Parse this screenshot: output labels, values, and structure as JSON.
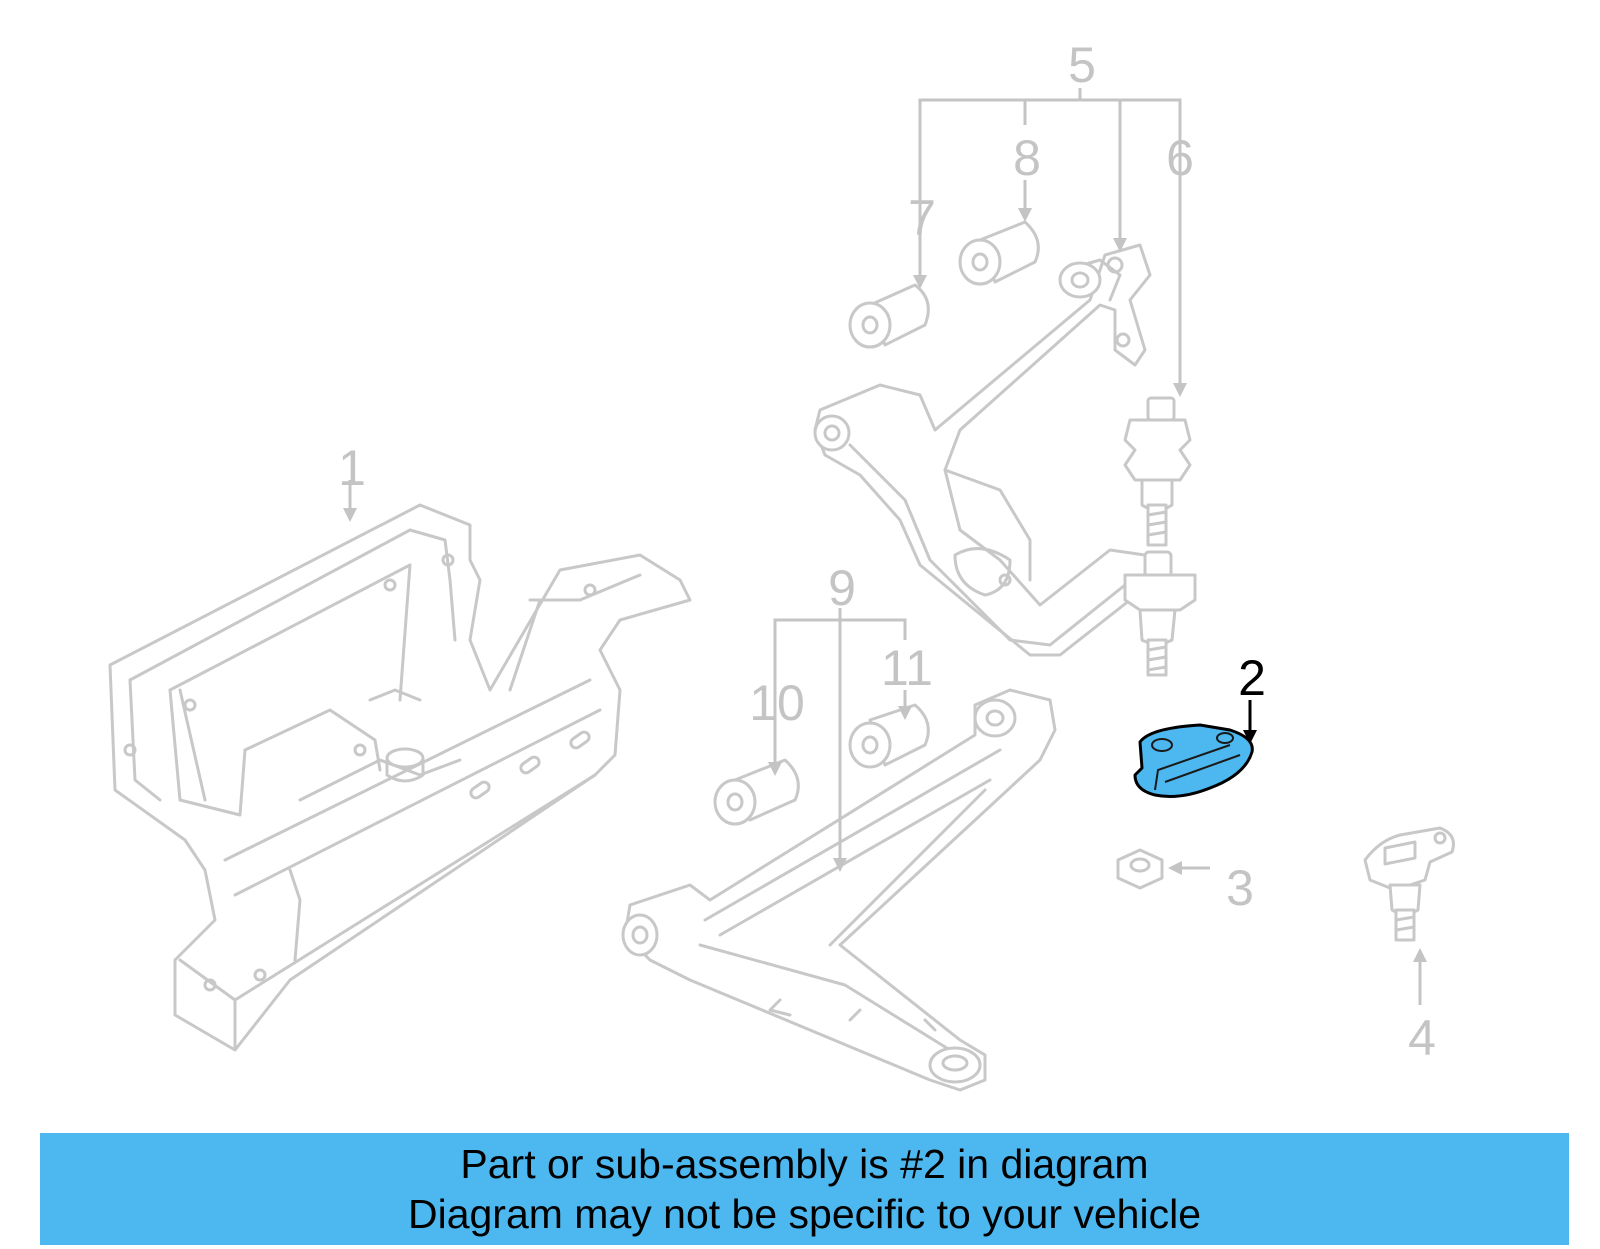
{
  "diagram": {
    "callouts": [
      "1",
      "2",
      "3",
      "4",
      "5",
      "6",
      "7",
      "8",
      "9",
      "10",
      "11"
    ],
    "highlighted_callout": "2",
    "colors": {
      "highlight_fill": "#4db8ef",
      "part_stroke": "#c8c8c8",
      "label_gray": "#c4c4c4",
      "label_highlight": "#000000",
      "banner": "#4db8ef"
    }
  },
  "banner": {
    "line1": "Part or sub-assembly is #2 in diagram",
    "line2": "Diagram may not be specific to your vehicle"
  }
}
